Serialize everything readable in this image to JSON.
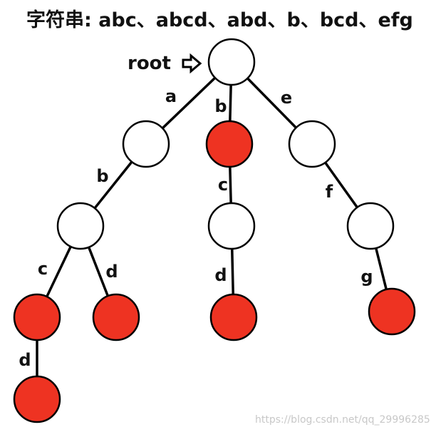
{
  "title": "字符串: abc、abcd、abd、b、bcd、efg",
  "root_label": "root",
  "watermark": "https://blog.csdn.net/qq_29996285",
  "colors": {
    "terminal_fill": "#ee3322",
    "normal_fill": "#ffffff",
    "stroke": "#000000"
  },
  "tree": {
    "nodes": [
      {
        "id": "root",
        "terminal": false
      },
      {
        "id": "a",
        "terminal": false
      },
      {
        "id": "b",
        "terminal": true
      },
      {
        "id": "e",
        "terminal": false
      },
      {
        "id": "ab",
        "terminal": false
      },
      {
        "id": "bc",
        "terminal": false
      },
      {
        "id": "ef",
        "terminal": false
      },
      {
        "id": "abc",
        "terminal": true
      },
      {
        "id": "abd",
        "terminal": true
      },
      {
        "id": "bcd",
        "terminal": true
      },
      {
        "id": "efg",
        "terminal": true
      },
      {
        "id": "abcd",
        "terminal": true
      }
    ],
    "edges": [
      {
        "from": "root",
        "to": "a",
        "label": "a"
      },
      {
        "from": "root",
        "to": "b",
        "label": "b"
      },
      {
        "from": "root",
        "to": "e",
        "label": "e"
      },
      {
        "from": "a",
        "to": "ab",
        "label": "b"
      },
      {
        "from": "b",
        "to": "bc",
        "label": "c"
      },
      {
        "from": "e",
        "to": "ef",
        "label": "f"
      },
      {
        "from": "ab",
        "to": "abc",
        "label": "c"
      },
      {
        "from": "ab",
        "to": "abd",
        "label": "d"
      },
      {
        "from": "bc",
        "to": "bcd",
        "label": "d"
      },
      {
        "from": "ef",
        "to": "efg",
        "label": "g"
      },
      {
        "from": "abc",
        "to": "abcd",
        "label": "d"
      }
    ]
  }
}
